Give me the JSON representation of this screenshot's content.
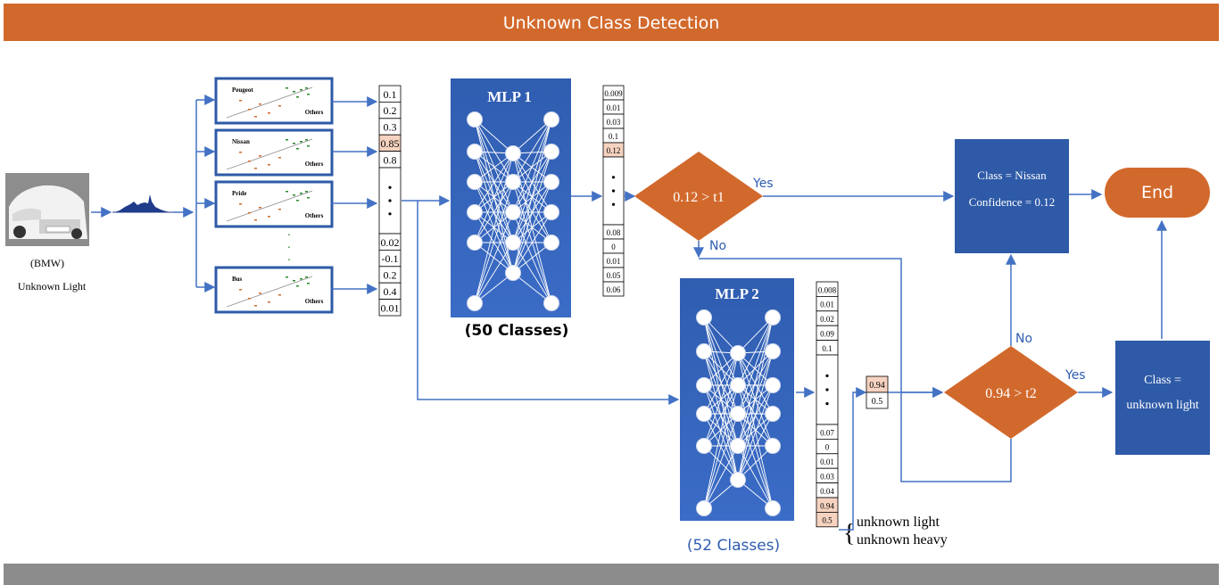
{
  "banner": {
    "title": "Unknown Class Detection",
    "color": "#D2692C"
  },
  "footer_color": "#8C8C8C",
  "colors": {
    "flow": "#4472C4",
    "mlp": "#2F5DB0",
    "box": "#2E5AA7",
    "decision": "#D2692C",
    "highlight": "#F6D3C0"
  },
  "input": {
    "caption_brand": "(BMW)",
    "caption_label": "Unknown Light",
    "image_icon": "car-photo-icon",
    "histogram_icon": "histogram-icon"
  },
  "classifiers": [
    {
      "name": "Peugeot",
      "other": "Others"
    },
    {
      "name": "Nissan",
      "other": "Others"
    },
    {
      "name": "Pride",
      "other": "Others"
    },
    {
      "name": "Bus",
      "other": "Others"
    }
  ],
  "scores": {
    "top": [
      "0.1",
      "0.2",
      "0.3",
      "0.85",
      "0.8"
    ],
    "highlight_index": 3,
    "bottom": [
      "0.02",
      "-0.1",
      "0.2",
      "0.4",
      "0.01"
    ]
  },
  "mlp1": {
    "title": "MLP 1",
    "caption": "(50 Classes)"
  },
  "mlp1_out": {
    "top": [
      "0.009",
      "0.01",
      "0.03",
      "0.1",
      "0.12"
    ],
    "highlight_index": 4,
    "bottom": [
      "0.08",
      "0",
      "0.01",
      "0.05",
      "0.06"
    ]
  },
  "decision1": {
    "text": "0.12 > t1",
    "yes": "Yes",
    "no": "No"
  },
  "result1": {
    "line1": "Class = Nissan",
    "line2": "Confidence = 0.12"
  },
  "end": {
    "label": "End"
  },
  "mlp2": {
    "title": "MLP 2",
    "caption": "(52 Classes)"
  },
  "mlp2_out": {
    "top": [
      "0.008",
      "0.01",
      "0.02",
      "0.09",
      "0.1"
    ],
    "bottom": [
      "0.07",
      "0",
      "0.01",
      "0.03",
      "0.04",
      "0.94",
      "0.5"
    ],
    "highlight_from": 5
  },
  "unknown": {
    "light": "unknown light",
    "heavy": "unknown heavy",
    "brace": "{"
  },
  "pair": [
    "0.94",
    "0.5"
  ],
  "decision2": {
    "text": "0.94 > t2",
    "yes": "Yes",
    "no": "No"
  },
  "result2": {
    "line1": "Class =",
    "line2": "unknown light"
  }
}
